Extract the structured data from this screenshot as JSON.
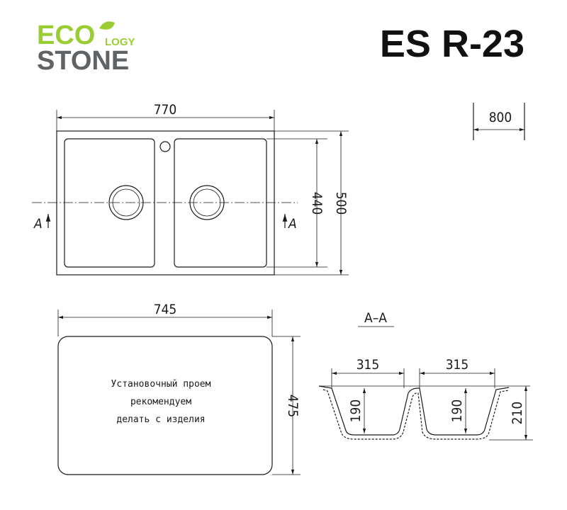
{
  "logo": {
    "eco": "ECO",
    "logy": "LOGY",
    "stone": "STONE",
    "brand_green": "#9acd32",
    "brand_gray": "#5f6366"
  },
  "model": "ES R-23",
  "top_view": {
    "width": "770",
    "height_inner": "440",
    "height_outer": "500",
    "section_mark": "A"
  },
  "cabinet": {
    "width": "800"
  },
  "cutout": {
    "width": "745",
    "height": "475",
    "note": [
      "Установочный проем",
      "рекомендуем",
      "делать с изделия"
    ]
  },
  "section": {
    "title": "A–A",
    "bowl_left_width": "315",
    "bowl_right_width": "315",
    "bowl_left_depth": "190",
    "bowl_right_depth": "190",
    "total_depth": "210"
  }
}
